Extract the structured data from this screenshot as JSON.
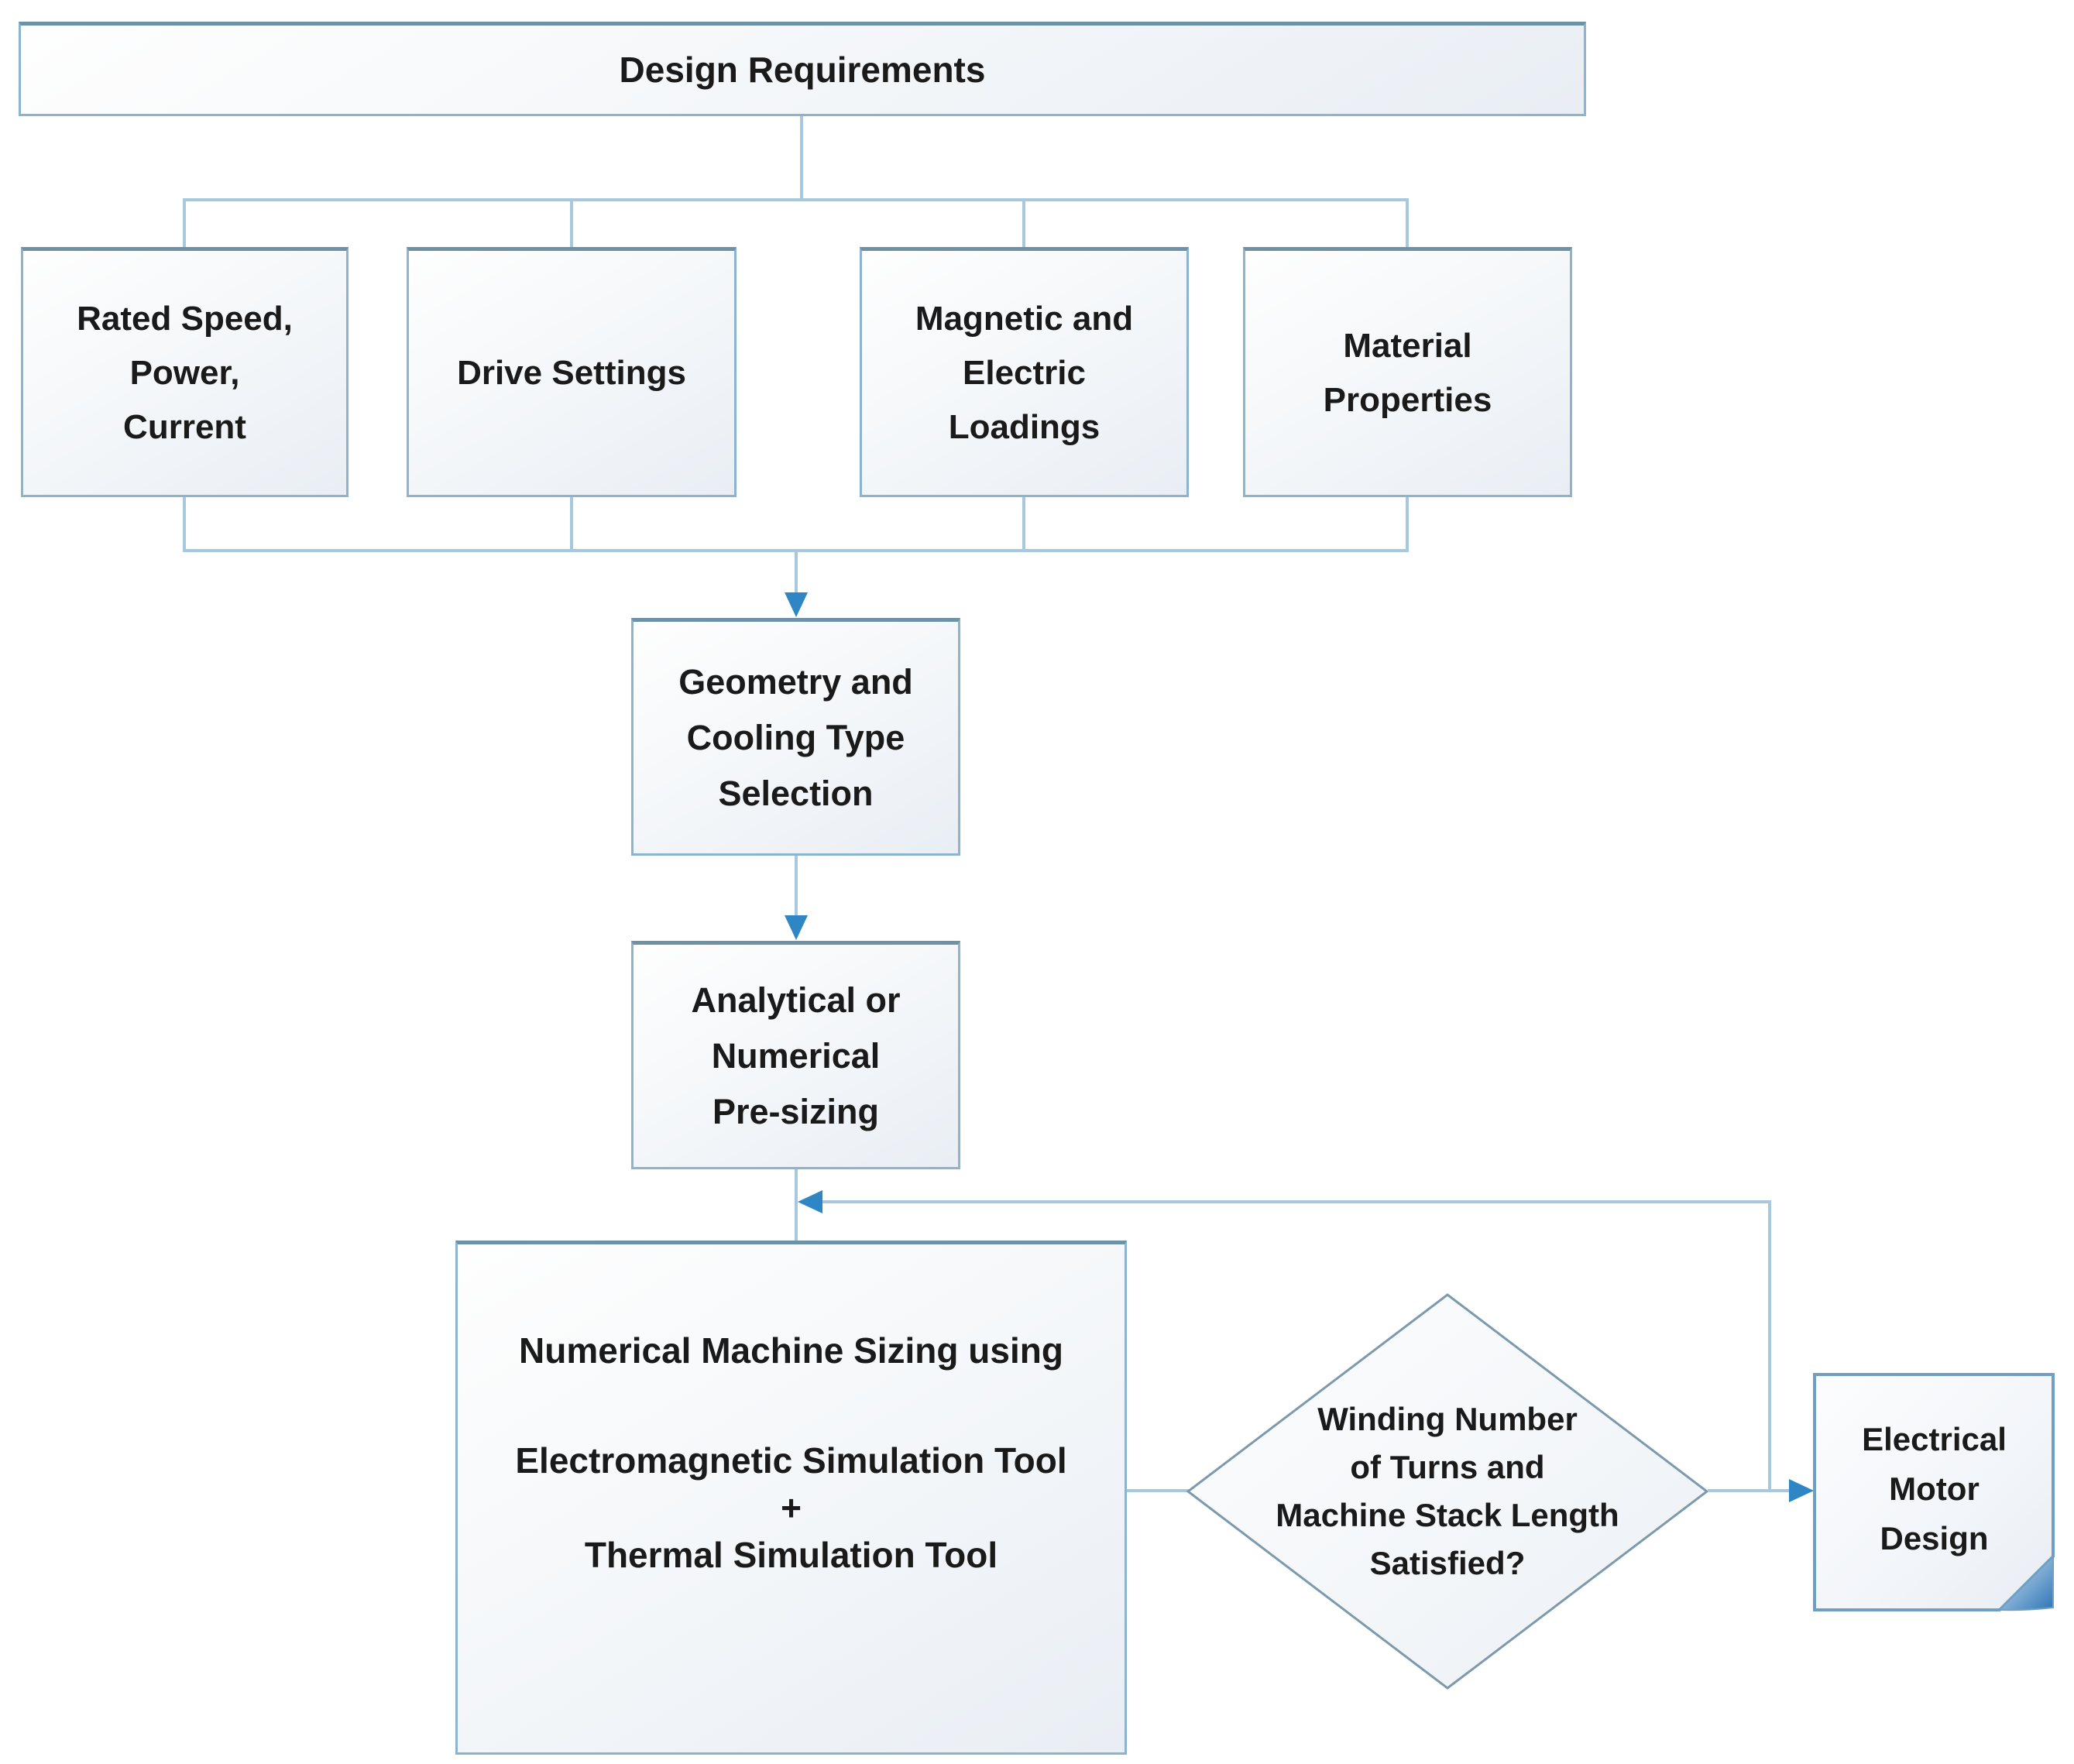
{
  "colors": {
    "canvas-bg": "#ffffff",
    "node-border": "#8db4cf",
    "node-border-dark": "#6d91a6",
    "node-fill-light": "#fefefe",
    "node-fill-dark": "#e9eef4",
    "connector": "#a6c9df",
    "arrow": "#2f86c5",
    "diamond-border": "#7d9aac",
    "doc-border": "#6fa0c4",
    "fold-dark": "#2e75b6",
    "text": "#1a1a1a"
  },
  "nodes": {
    "design_requirements": {
      "label": "Design Requirements"
    },
    "rated": {
      "lines": [
        "Rated Speed,",
        "Power,",
        "Current"
      ]
    },
    "drive": {
      "lines": [
        "Drive Settings"
      ]
    },
    "magnetic": {
      "lines": [
        "Magnetic and",
        "Electric",
        "Loadings"
      ]
    },
    "material": {
      "lines": [
        "Material",
        "Properties"
      ]
    },
    "geometry": {
      "lines": [
        "Geometry and",
        "Cooling Type",
        "Selection"
      ]
    },
    "presizing": {
      "lines": [
        "Analytical or",
        "Numerical",
        "Pre-sizing"
      ]
    },
    "sizing": {
      "lines": [
        "Numerical Machine Sizing using",
        "Electromagnetic Simulation Tool",
        "+",
        "Thermal Simulation Tool"
      ]
    },
    "decision": {
      "lines": [
        "Winding Number",
        "of Turns and",
        "Machine Stack Length",
        "Satisfied?"
      ]
    },
    "output": {
      "lines": [
        "Electrical",
        "Motor",
        "Design"
      ]
    }
  }
}
